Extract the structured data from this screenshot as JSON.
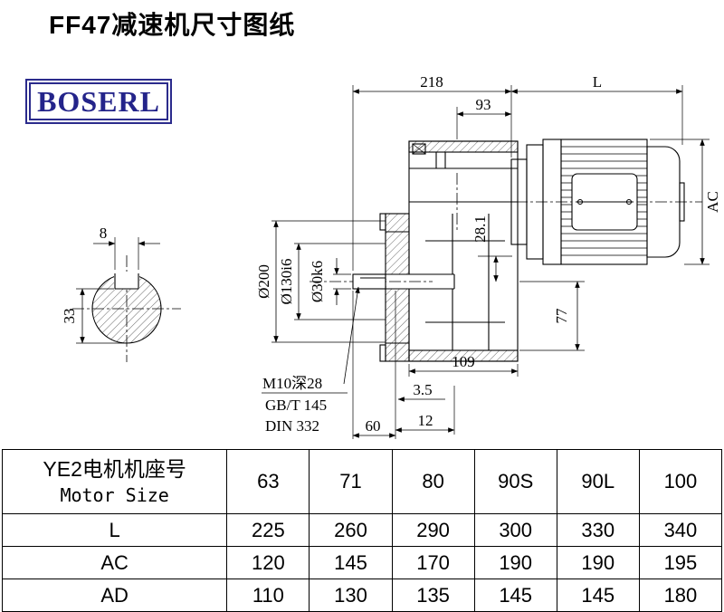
{
  "title": "FF47减速机尺寸图纸",
  "logo": {
    "text": "BOSERL"
  },
  "drawing": {
    "dims": {
      "top_width": "218",
      "motor_length": "L",
      "input_offset": "93",
      "motor_height": "AC",
      "key_width": "8",
      "section_depth": "33",
      "flange_od": "Ø200",
      "spigot_dia": "Ø130i6",
      "shaft_dia": "Ø30k6",
      "key_height": "28.1",
      "center_height": "77",
      "foot_width": "109",
      "gap": "3.5",
      "shaft_length": "60",
      "step": "12"
    },
    "notes": {
      "tap": "M10深28",
      "std1": "GB/T 145",
      "std2": "DIN 332"
    }
  },
  "table": {
    "header": {
      "label_cn": "YE2电机机座号",
      "label_en": "Motor Size",
      "sizes": [
        "63",
        "71",
        "80",
        "90S",
        "90L",
        "100"
      ]
    },
    "rows": [
      {
        "label": "L",
        "values": [
          "225",
          "260",
          "290",
          "300",
          "330",
          "340"
        ]
      },
      {
        "label": "AC",
        "values": [
          "120",
          "145",
          "170",
          "190",
          "190",
          "195"
        ]
      },
      {
        "label": "AD",
        "values": [
          "110",
          "130",
          "135",
          "145",
          "145",
          "180"
        ]
      }
    ]
  }
}
